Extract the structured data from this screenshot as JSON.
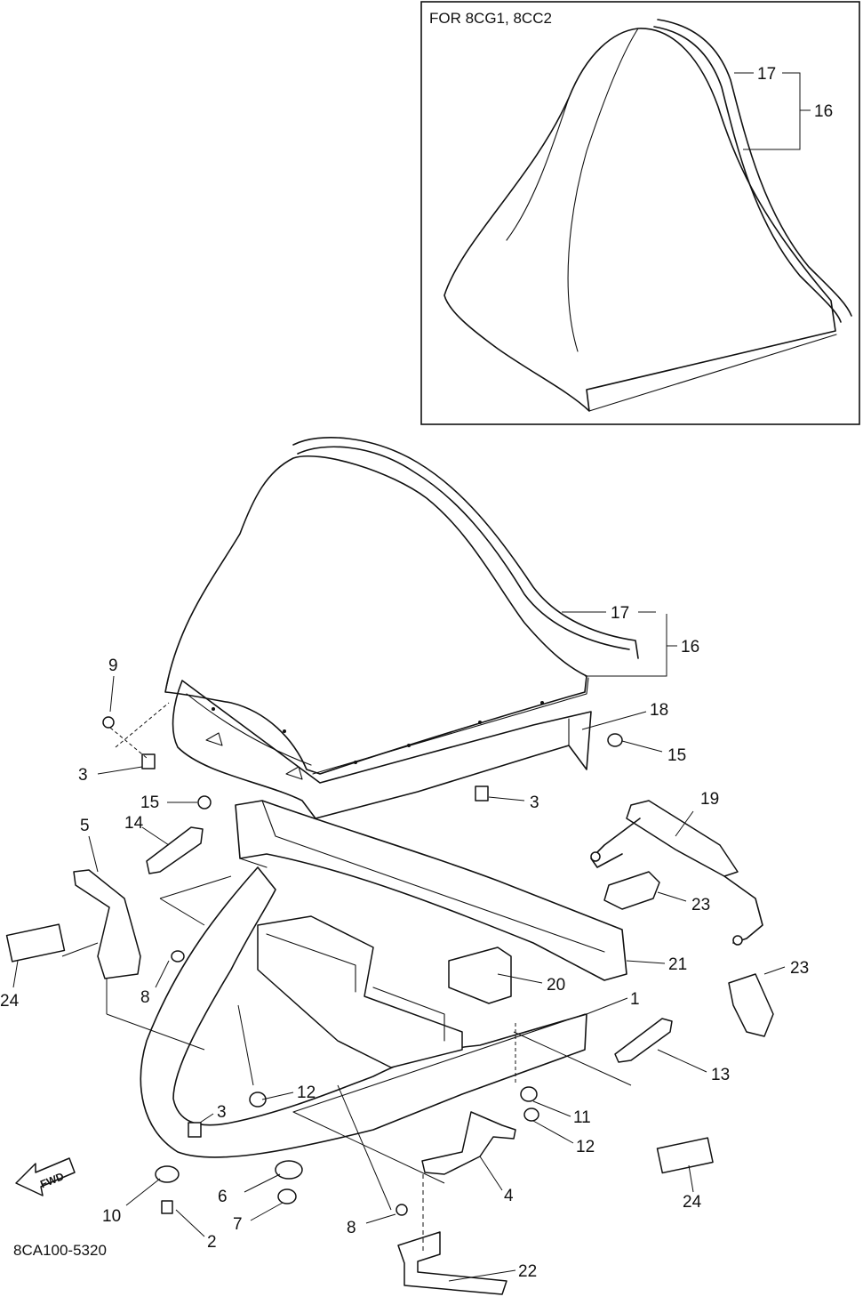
{
  "inset": {
    "title": "FOR 8CG1, 8CC2",
    "callouts": [
      "17",
      "16"
    ]
  },
  "diagram_code": "8CA100-5320",
  "fwd_label": "FWD",
  "callouts": {
    "c1": "1",
    "c2": "2",
    "c3a": "3",
    "c3b": "3",
    "c3c": "3",
    "c4": "4",
    "c5": "5",
    "c6": "6",
    "c7": "7",
    "c8a": "8",
    "c8b": "8",
    "c9": "9",
    "c10": "10",
    "c11": "11",
    "c12a": "12",
    "c12b": "12",
    "c13": "13",
    "c14": "14",
    "c15a": "15",
    "c15b": "15",
    "c16": "16",
    "c17": "17",
    "c18": "18",
    "c19": "19",
    "c20": "20",
    "c21": "21",
    "c22": "22",
    "c23a": "23",
    "c23b": "23",
    "c24a": "24",
    "c24b": "24"
  }
}
